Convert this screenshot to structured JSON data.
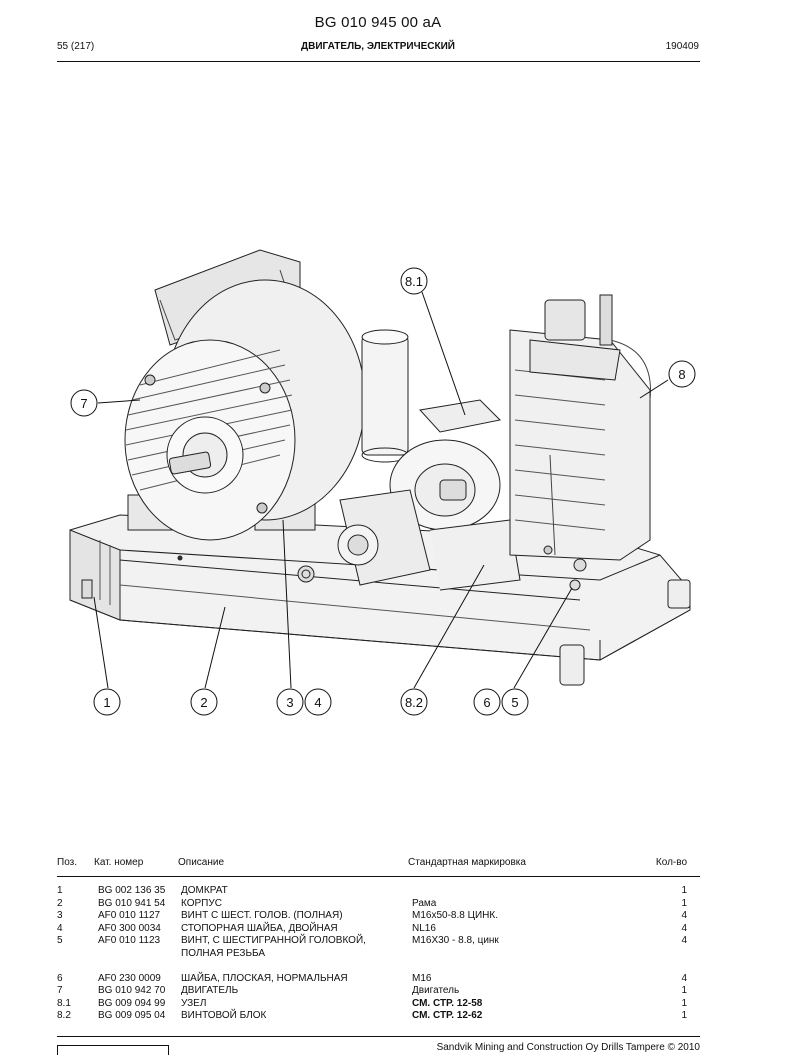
{
  "header": {
    "doc_number": "BG 010 945 00 aA",
    "page": "55 (217)",
    "title": "ДВИГАТЕЛЬ, ЭЛЕКТРИЧЕСКИЙ",
    "date": "190409"
  },
  "callouts": [
    "8.1",
    "8",
    "7",
    "1",
    "2",
    "3",
    "4",
    "8.2",
    "6",
    "5"
  ],
  "table": {
    "headers": {
      "pos": "Поз.",
      "number": "Кат. номер",
      "description": "Описание",
      "standard": "Стандартная маркировка",
      "qty": "Кол-во"
    },
    "rows": [
      {
        "pos": "1",
        "number": "BG 002 136 35",
        "description": "ДОМКРАТ",
        "standard": "",
        "qty": "1"
      },
      {
        "pos": "2",
        "number": "BG 010 941 54",
        "description": "КОРПУС",
        "standard": "Рама",
        "qty": "1"
      },
      {
        "pos": "3",
        "number": "AF0 010 1127",
        "description": "ВИНТ С ШЕСТ. ГОЛОВ. (ПОЛНАЯ)",
        "standard": "M16x50-8.8 ЦИНК.",
        "qty": "4"
      },
      {
        "pos": "4",
        "number": "AF0 300 0034",
        "description": "СТОПОРНАЯ ШАЙБА, ДВОЙНАЯ",
        "standard": "NL16",
        "qty": "4"
      },
      {
        "pos": "5",
        "number": "AF0 010 1123",
        "description": "ВИНТ, С ШЕСТИГРАННОЙ ГОЛОВКОЙ, ПОЛНАЯ РЕЗЬБА",
        "standard": "M16X30 - 8.8, цинк",
        "qty": "4"
      },
      {
        "pos": "6",
        "number": "AF0 230 0009",
        "description": "ШАЙБА, ПЛОСКАЯ, НОРМАЛЬНАЯ",
        "standard": "M16",
        "qty": "4"
      },
      {
        "pos": "7",
        "number": "BG 010 942 70",
        "description": "ДВИГАТЕЛЬ",
        "standard": "Двигатель",
        "qty": "1"
      },
      {
        "pos": "8.1",
        "number": "BG 009 094 99",
        "description": "УЗЕЛ",
        "standard": "СМ. СТР. 12-58",
        "qty": "1"
      },
      {
        "pos": "8.2",
        "number": "BG 009 095 04",
        "description": "ВИНТОВОЙ БЛОК",
        "standard": "СМ. СТР. 12-62",
        "qty": "1"
      }
    ]
  },
  "footer": {
    "copyright": "Sandvik Mining and Construction Oy Drills Tampere © 2010"
  }
}
